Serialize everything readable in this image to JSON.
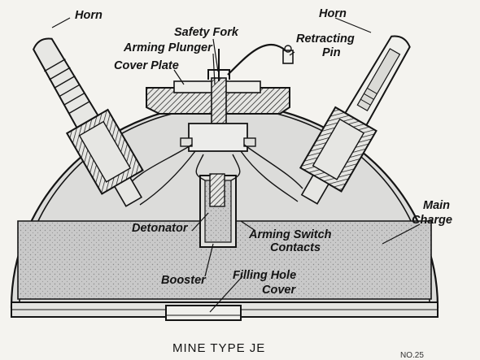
{
  "caption": "MINE TYPE JE",
  "figure_number": "NO.25",
  "labels": {
    "horn_left": "Horn",
    "horn_right": "Horn",
    "safety_fork": "Safety Fork",
    "arming_plunger": "Arming Plunger",
    "cover_plate": "Cover Plate",
    "retracting_pin": [
      "Retracting",
      "Pin"
    ],
    "main_charge": [
      "Main",
      "Charge"
    ],
    "detonator": "Detonator",
    "arming_switch_contacts": [
      "Arming Switch",
      "Contacts"
    ],
    "booster": "Booster",
    "filling_hole_cover": [
      "Filling Hole",
      "Cover"
    ]
  },
  "colors": {
    "ink": "#141414",
    "paper": "#f4f3ef",
    "charge_fill": "#c9c9c9",
    "case_fill": "#dcdcda"
  }
}
